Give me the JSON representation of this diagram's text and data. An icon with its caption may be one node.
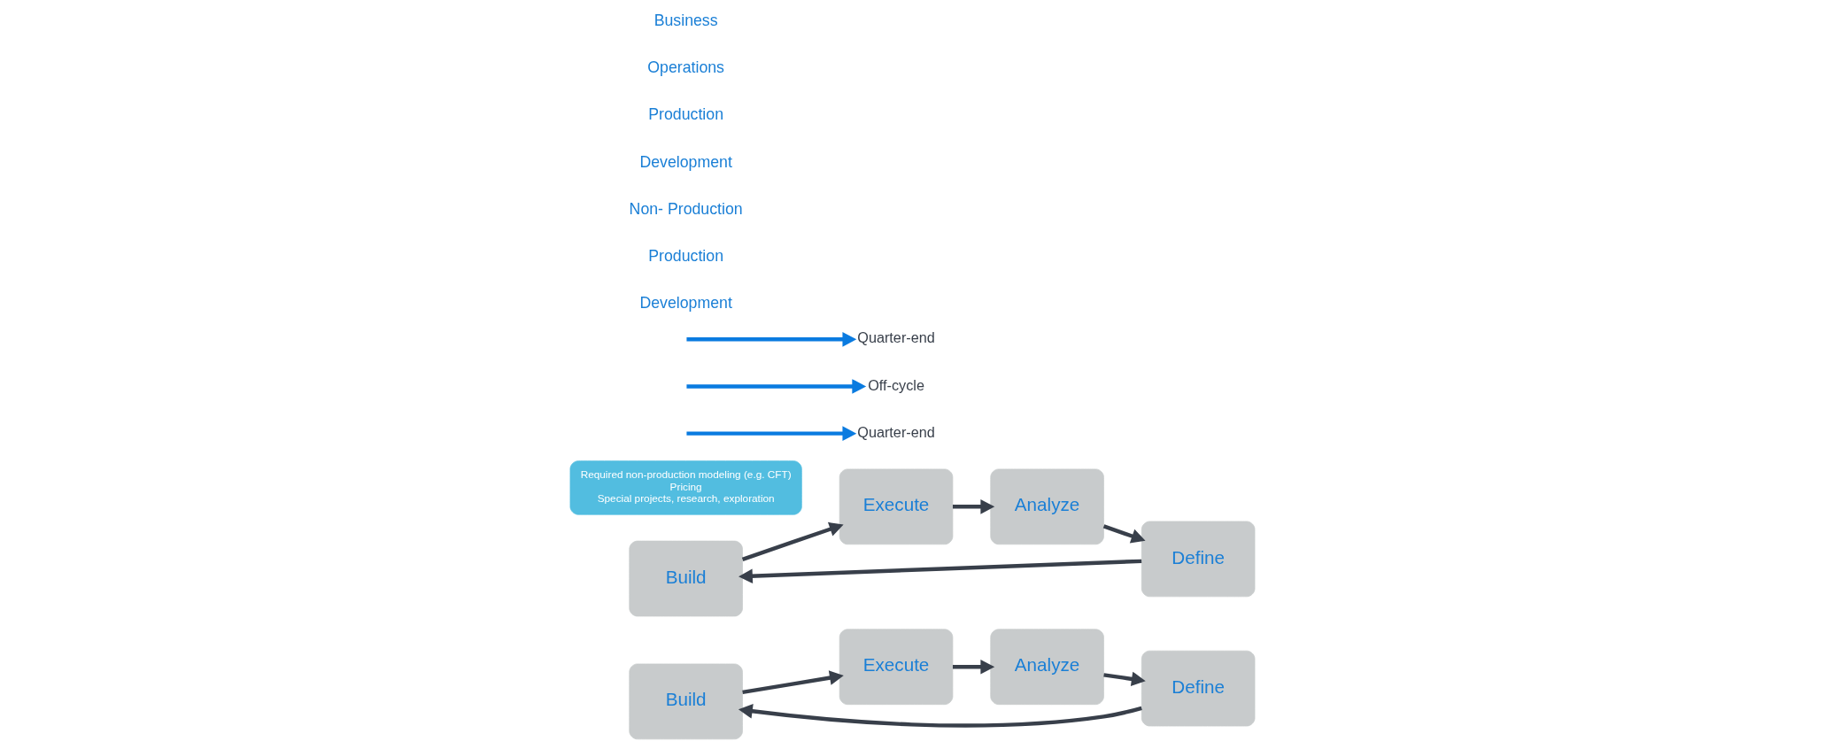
{
  "diagram": {
    "nodes": [
      {
        "text": [
          "Build"
        ]
      },
      {
        "text": [
          "Execute"
        ]
      },
      {
        "text": [
          "Analyze"
        ]
      },
      {
        "text": [
          "Define"
        ]
      },
      {
        "text": [
          "Build"
        ]
      },
      {
        "text": [
          "Execute"
        ]
      },
      {
        "text": [
          "Analyze"
        ]
      },
      {
        "text": [
          "Define"
        ]
      },
      {
        "text": [
          "Required non-production modeling (e.g. CFT)",
          "Pricing",
          "Special projects, research, exploration"
        ]
      },
      {
        "text": [
          "Quarter-end"
        ]
      },
      {
        "text": [
          "Off-cycle"
        ]
      },
      {
        "text": [
          "Quarter-end"
        ]
      }
    ],
    "edges": [
      {
        "from": 3,
        "to": 0,
        "arrow": "to"
      },
      {
        "from": 0,
        "to": 1,
        "arrow": "to"
      },
      {
        "from": 1,
        "to": 2,
        "arrow": "to"
      },
      {
        "from": 2,
        "to": 3,
        "arrow": "to"
      },
      {
        "from": 7,
        "to": 4,
        "arrow": "to"
      },
      {
        "from": 4,
        "to": 5,
        "arrow": "to"
      },
      {
        "from": 5,
        "to": 6,
        "arrow": "to"
      },
      {
        "from": 6,
        "to": 7,
        "arrow": "to"
      },
      {
        "from": null,
        "to": 9,
        "arrow": "to",
        "color": "#0a7be0"
      },
      {
        "from": null,
        "to": 10,
        "arrow": "to",
        "color": "#0a7be0"
      },
      {
        "from": null,
        "to": 11,
        "arrow": "to",
        "color": "#0a7be0"
      }
    ],
    "labels": [
      "Development",
      "Production",
      "Non- Production",
      "Development",
      "Production",
      "Operations",
      "Business"
    ]
  }
}
